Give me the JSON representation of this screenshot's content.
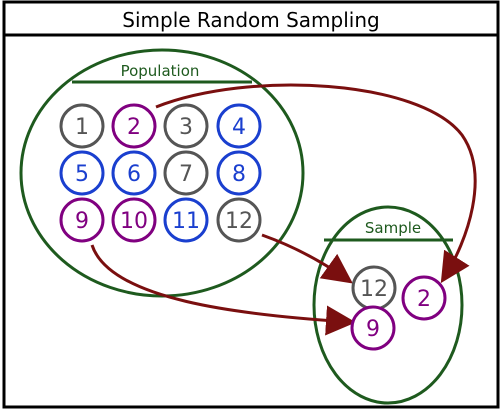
{
  "title": "Simple Random Sampling",
  "population": {
    "label": "Population",
    "members": [
      {
        "n": "1",
        "color": "gray"
      },
      {
        "n": "2",
        "color": "purple"
      },
      {
        "n": "3",
        "color": "gray"
      },
      {
        "n": "4",
        "color": "blue"
      },
      {
        "n": "5",
        "color": "blue"
      },
      {
        "n": "6",
        "color": "blue"
      },
      {
        "n": "7",
        "color": "gray"
      },
      {
        "n": "8",
        "color": "blue"
      },
      {
        "n": "9",
        "color": "purple"
      },
      {
        "n": "10",
        "color": "purple"
      },
      {
        "n": "11",
        "color": "blue"
      },
      {
        "n": "12",
        "color": "gray"
      }
    ]
  },
  "sample": {
    "label": "Sample",
    "members": [
      {
        "n": "12",
        "color": "gray"
      },
      {
        "n": "2",
        "color": "purple"
      },
      {
        "n": "9",
        "color": "purple"
      }
    ]
  },
  "colors": {
    "gray": "#555555",
    "purple": "#800080",
    "blue": "#1a3fcf",
    "green": "#1e5a1e",
    "arrow": "#7a0f0f",
    "frame": "#000000"
  },
  "icons": {
    "arrow": "arrowhead"
  }
}
